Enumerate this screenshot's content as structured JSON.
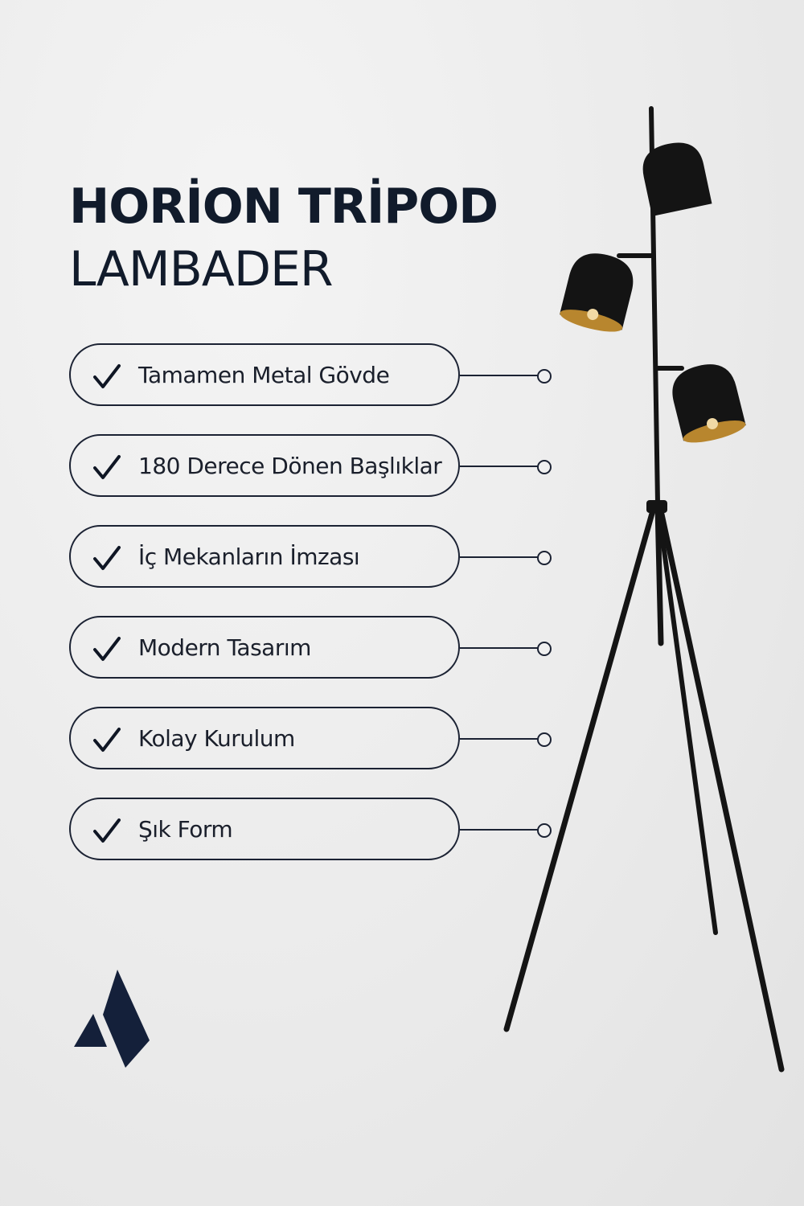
{
  "title": {
    "line1": "HORİON TRİPOD",
    "line2": "LAMBADER"
  },
  "features": [
    {
      "label": "Tamamen Metal Gövde"
    },
    {
      "label": "180 Derece Dönen Başlıklar"
    },
    {
      "label": "İç Mekanların İmzası"
    },
    {
      "label": "Modern Tasarım"
    },
    {
      "label": "Kolay Kurulum"
    },
    {
      "label": "Şık Form"
    }
  ],
  "icons": {
    "feature": "check-icon",
    "brand": "brand-logo-icon"
  },
  "colors": {
    "text": "#111b2b",
    "outline": "#1b2233",
    "lamp": "#141414",
    "lamp_inner": "#b8862e"
  }
}
